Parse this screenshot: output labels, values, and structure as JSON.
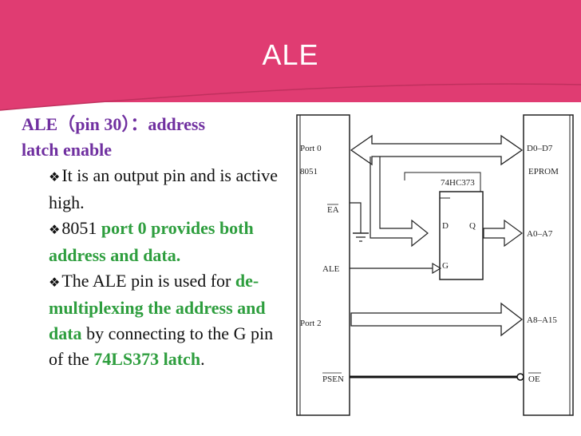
{
  "slide": {
    "title": "ALE"
  },
  "body": {
    "heading_line1": "ALE（pin 30）：address",
    "heading_line2": "latch enable",
    "bullets": [
      {
        "parts": [
          {
            "text": "It is an output pin and is active high.",
            "style": "plain"
          }
        ]
      },
      {
        "parts": [
          {
            "text": "8051 ",
            "style": "plain"
          },
          {
            "text": "port 0 provides both address and data.",
            "style": "green"
          }
        ]
      },
      {
        "parts": [
          {
            "text": "The ALE pin is used for ",
            "style": "plain"
          },
          {
            "text": "de-multiplexing the address and data",
            "style": "green"
          },
          {
            "text": " by connecting to the G pin of the ",
            "style": "plain"
          },
          {
            "text": "74LS373 latch",
            "style": "green"
          },
          {
            "text": ".",
            "style": "plain"
          }
        ]
      }
    ]
  },
  "diagram": {
    "labels": {
      "port0": "Port 0",
      "chip": "8051",
      "ea": "EA",
      "ale": "ALE",
      "port2": "Port 2",
      "psen": "PSEN",
      "latch": "74HC373",
      "d": "D",
      "q": "Q",
      "g": "G",
      "d0d7": "D0–D7",
      "eprom": "EPROM",
      "a0a7": "A0–A7",
      "a8a15": "A8–A15",
      "oe": "OE"
    }
  },
  "colors": {
    "header": "#e03c72",
    "purple": "#7030a0",
    "green": "#2e9e3e"
  }
}
